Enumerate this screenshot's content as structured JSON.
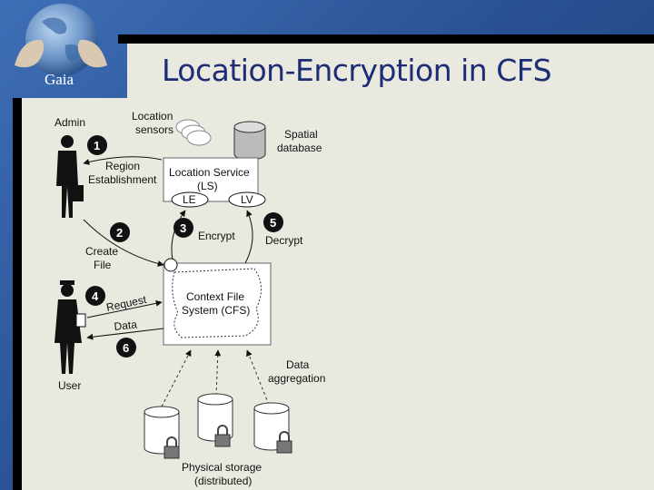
{
  "logo": {
    "text": "Gaia"
  },
  "title": "Location-Encryption in CFS",
  "diagram": {
    "admin": "Admin",
    "user": "User",
    "location_sensors": [
      "Location",
      "sensors"
    ],
    "spatial_database": [
      "Spatial",
      "database"
    ],
    "location_service": [
      "Location Service",
      "(LS)"
    ],
    "le": "LE",
    "lv": "LV",
    "cfs": [
      "Context File",
      "System (CFS)"
    ],
    "steps": [
      "1",
      "2",
      "3",
      "4",
      "5",
      "6"
    ],
    "region_establishment": [
      "Region",
      "Establishment"
    ],
    "create_file": [
      "Create",
      "File"
    ],
    "encrypt": "Encrypt",
    "decrypt": "Decrypt",
    "request": "Request",
    "data": "Data",
    "data_aggregation": [
      "Data",
      "aggregation"
    ],
    "physical_storage": [
      "Physical storage",
      "(distributed)"
    ]
  },
  "colors": {
    "title": "#1c2c75",
    "background": "#2b4f8e",
    "panel": "#e9e9e0"
  }
}
